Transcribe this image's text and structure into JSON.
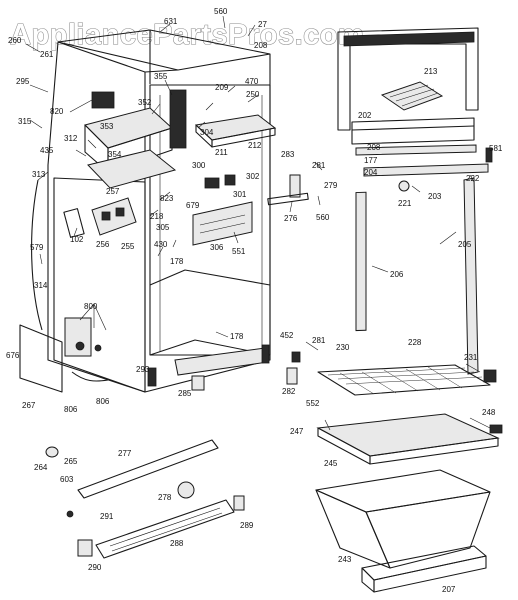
{
  "watermark": "AppliancePartsPros.com",
  "parts": {
    "p560a": "560",
    "p27": "27",
    "p631": "631",
    "p208": "208",
    "p260": "260",
    "p261": "261",
    "p295": "295",
    "p820": "820",
    "p355": "355",
    "p352": "352",
    "p470": "470",
    "p209": "209",
    "p250": "250",
    "p213": "213",
    "p315": "315",
    "p312": "312",
    "p353": "353",
    "p354": "354",
    "p435": "435",
    "p304": "304",
    "p212": "212",
    "p211": "211",
    "p202": "202",
    "p208b": "208",
    "p177": "177",
    "p204": "204",
    "p581": "581",
    "p313": "313",
    "p257": "257",
    "p823": "823",
    "p218": "218",
    "p300": "300",
    "p302": "302",
    "p301": "301",
    "p283": "283",
    "p281": "281",
    "p279": "279",
    "p560b": "560",
    "p276": "276",
    "p222": "222",
    "p221": "221",
    "p203": "203",
    "p102": "102",
    "p256": "256",
    "p255": "255",
    "p305": "305",
    "p679": "679",
    "p306": "306",
    "p551": "551",
    "p430": "430",
    "p178": "178",
    "p579": "579",
    "p314": "314",
    "p205": "205",
    "p206": "206",
    "p800": "800",
    "p178b": "178",
    "p452": "452",
    "p281b": "281",
    "p230": "230",
    "p228": "228",
    "p231": "231",
    "p676": "676",
    "p293": "293",
    "p285": "285",
    "p282": "282",
    "p552": "552",
    "p267": "267",
    "p806a": "806",
    "p806b": "806",
    "p248": "248",
    "p247": "247",
    "p245": "245",
    "p264": "264",
    "p265": "265",
    "p277": "277",
    "p603": "603",
    "p278": "278",
    "p291": "291",
    "p289": "289",
    "p288": "288",
    "p243": "243",
    "p290": "290",
    "p207": "207"
  }
}
